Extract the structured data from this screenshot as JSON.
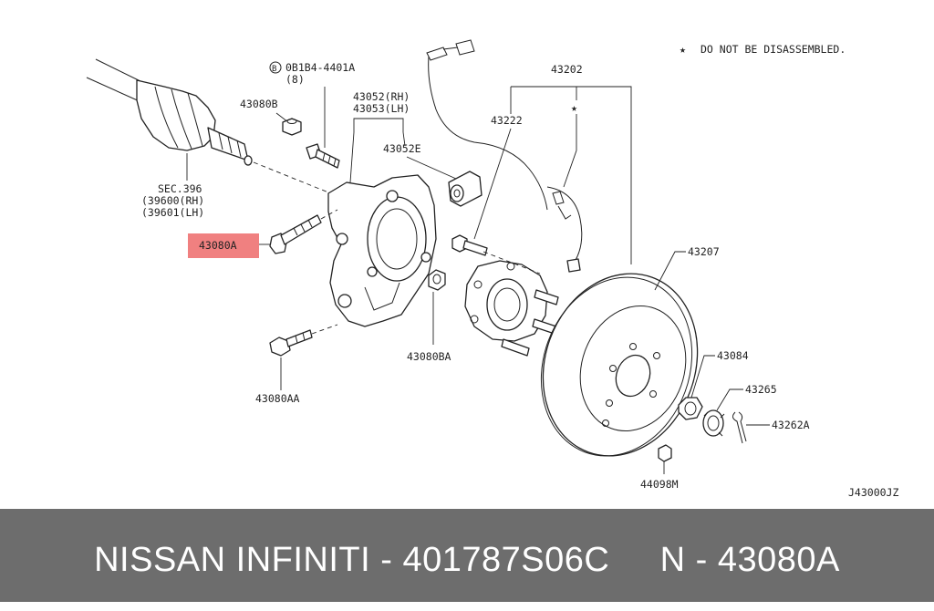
{
  "diagram": {
    "note_symbol": "★",
    "note_text": "DO NOT BE DISASSEMBLED.",
    "ref_code": "J43000JZ",
    "labels": {
      "sec": "SEC.396",
      "sec_rh": "(39600(RH)",
      "sec_lh": "(39601(LH)",
      "bolt_circ": "B",
      "bolt_code": "0B1B4-4401A",
      "bolt_qty": "(8)",
      "p43080b": "43080B",
      "p43052rh": "43052(RH)",
      "p43053lh": "43053(LH)",
      "p43052e": "43052E",
      "p43080a": "43080A",
      "p43080aa": "43080AA",
      "p43080ba": "43080BA",
      "p43202": "43202",
      "p43222": "43222",
      "p43207": "43207",
      "p43084": "43084",
      "p43265": "43265",
      "p43262a": "43262A",
      "p44098m": "44098M",
      "star": "★"
    },
    "colors": {
      "highlight": "#f08080",
      "line": "#222222"
    }
  },
  "footer": {
    "brand": "NISSAN INFINITI",
    "sep1": " - ",
    "catalog_number": "401787S06C",
    "gap": "     ",
    "prefix": "N",
    "sep2": " - ",
    "part_number": "43080A"
  }
}
